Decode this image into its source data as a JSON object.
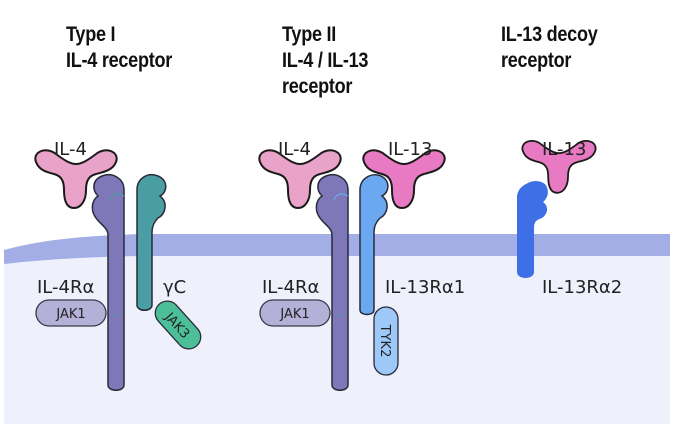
{
  "headings": {
    "type1": {
      "line1": "Type I",
      "line2": "IL-4 receptor"
    },
    "type2": {
      "line1": "Type II",
      "line2": "IL-4 / IL-13",
      "line3": "receptor"
    },
    "decoy": {
      "line1": "IL-13 decoy",
      "line2": "receptor"
    }
  },
  "type1": {
    "ligand": "IL-4",
    "chain_a": "IL-4Rα",
    "chain_b": "γC",
    "kinase_a": "JAK1",
    "kinase_b": "JAK3"
  },
  "type2": {
    "ligand_a": "IL-4",
    "ligand_b": "IL-13",
    "chain_a": "IL-4Rα",
    "chain_b": "IL-13Rα1",
    "kinase_a": "JAK1",
    "kinase_b": "TYK2"
  },
  "decoy": {
    "ligand": "IL-13",
    "chain": "IL-13Rα2"
  },
  "colors": {
    "il4": "#eaa3c8",
    "il13": "#e87ac4",
    "il4ra": "#7f78b8",
    "gammac": "#4a9ea3",
    "jak3": "#4dbf98",
    "il13ra1": "#6aa8f2",
    "tyk2": "#9dc8f7",
    "il13ra2": "#3f6fe6",
    "jak1": "#b4b0d8",
    "membrane": "#a3aee6",
    "cytoplasm": "#eef0fb"
  }
}
